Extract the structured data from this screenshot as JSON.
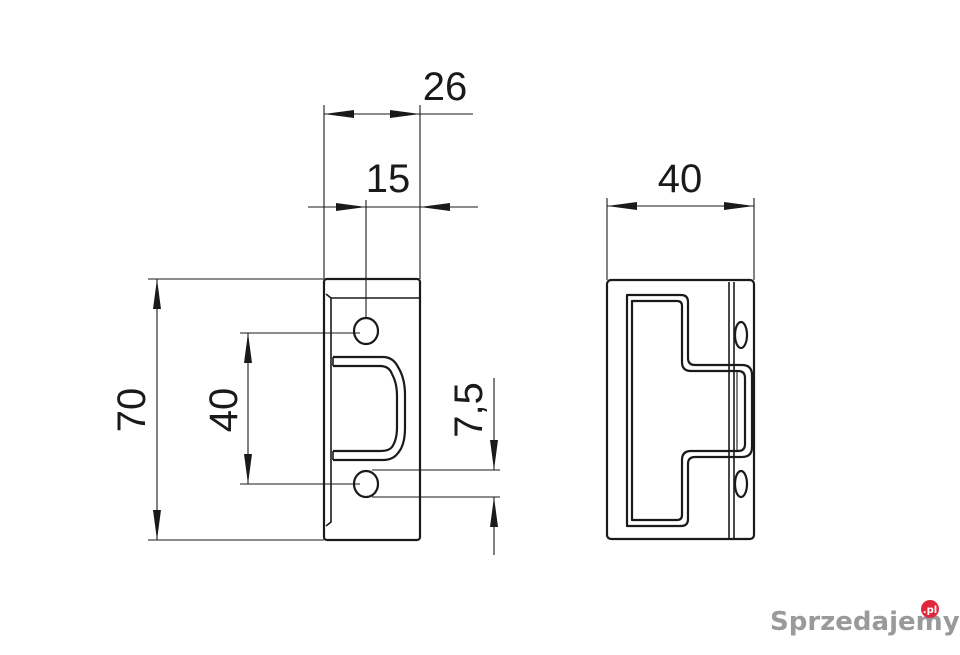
{
  "dimensions": {
    "top_width": "26",
    "hole_offset": "15",
    "right_width": "40",
    "height": "70",
    "hole_spacing": "40",
    "small_offset": "7,5"
  },
  "watermark": {
    "text": "Sprzedajemy",
    "suffix": ".pl"
  },
  "colors": {
    "line": "#1a1a1a",
    "watermark": "#9a9a9a",
    "watermark_accent": "#e0283c"
  }
}
